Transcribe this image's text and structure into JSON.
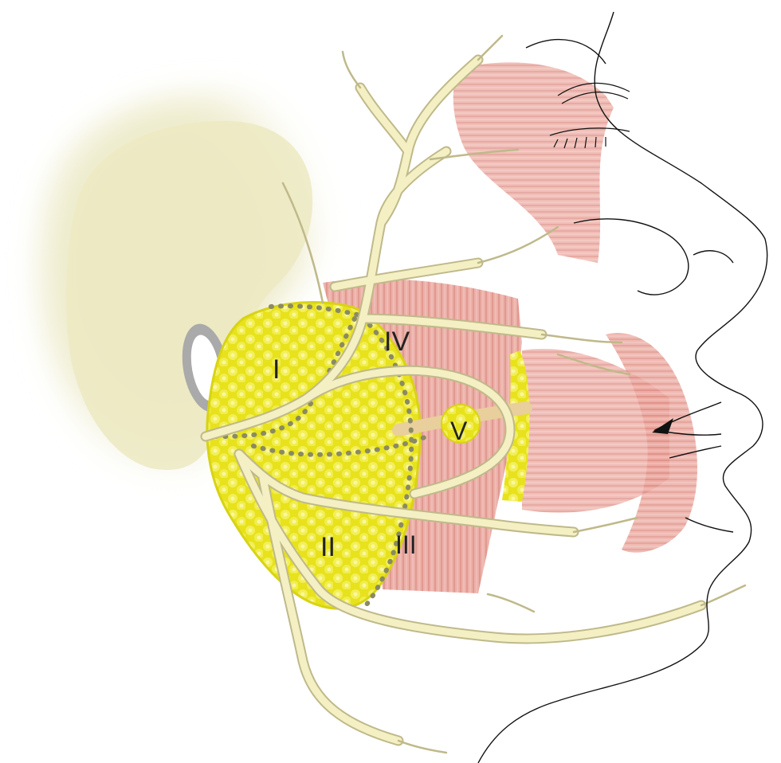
{
  "labels": {
    "region_1": "I",
    "region_2": "II",
    "region_3": "III",
    "region_4": "IV",
    "region_5": "V"
  },
  "colors": {
    "gland": "#e9e51a",
    "gland_highlight": "#f6f36a",
    "nerve": "#f4f0c4",
    "nerve_outline": "#bfb98a",
    "muscle": "#e69a90",
    "ear": "#efedc6",
    "cartilage": "#a9aaa9",
    "duct": "#e8cf9c",
    "outline": "#111111",
    "dotted_line": "#8a8a63"
  }
}
